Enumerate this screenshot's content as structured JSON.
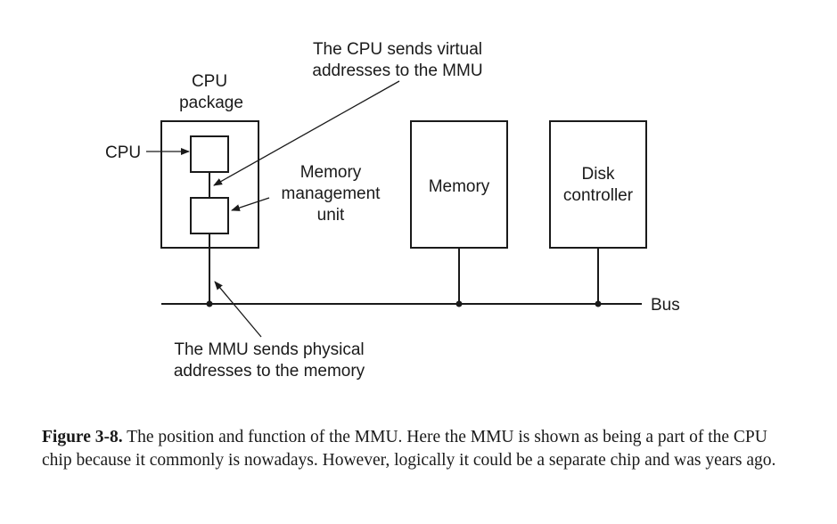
{
  "labels": {
    "cpu_package_1": "CPU",
    "cpu_package_2": "package",
    "cpu": "CPU",
    "mmu_1": "Memory",
    "mmu_2": "management",
    "mmu_3": "unit",
    "memory": "Memory",
    "disk_1": "Disk",
    "disk_2": "controller",
    "bus": "Bus",
    "virtual_1": "The CPU sends virtual",
    "virtual_2": "addresses to the MMU",
    "physical_1": "The MMU sends physical",
    "physical_2": "addresses to the memory"
  },
  "caption": {
    "figure": "Figure 3-8.",
    "text": "The position and function of the MMU. Here the MMU is shown as being a part of the CPU chip because it commonly is nowadays. However, logically it could be a separate chip and was years ago."
  }
}
